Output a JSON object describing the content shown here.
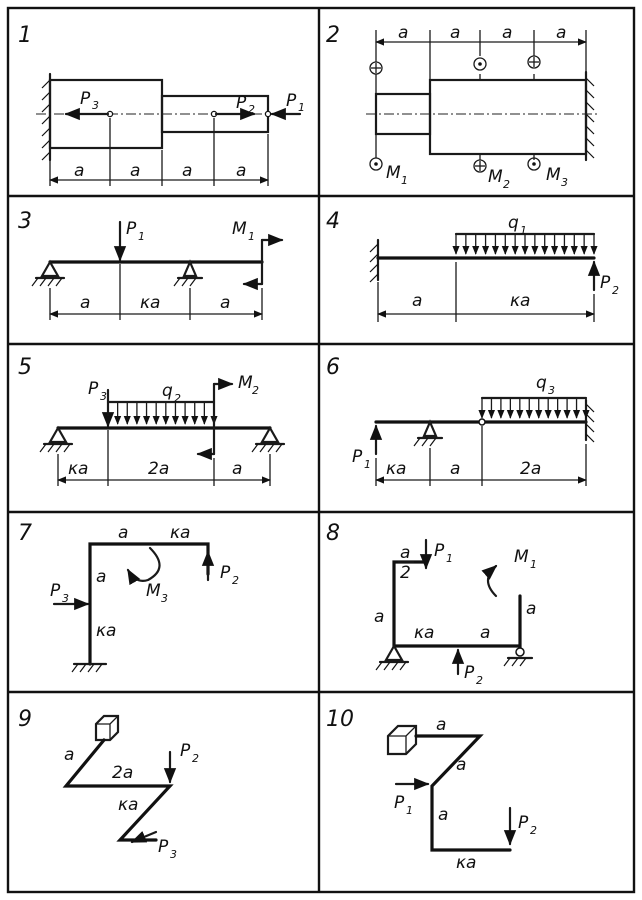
{
  "panels": [
    {
      "number": "1",
      "labels": {
        "p3": "P",
        "p3s": "3",
        "p2": "P",
        "p2s": "2",
        "p1": "P",
        "p1s": "1",
        "d1": "a",
        "d2": "a",
        "d3": "a",
        "d4": "a"
      }
    },
    {
      "number": "2",
      "labels": {
        "d1": "a",
        "d2": "a",
        "d3": "a",
        "d4": "a",
        "m1": "M",
        "m1s": "1",
        "m2": "M",
        "m2s": "2",
        "m3": "M",
        "m3s": "3"
      }
    },
    {
      "number": "3",
      "labels": {
        "p1": "P",
        "p1s": "1",
        "m1": "M",
        "m1s": "1",
        "d1": "a",
        "d2": "κa",
        "d3": "a"
      }
    },
    {
      "number": "4",
      "labels": {
        "q1": "q",
        "q1s": "1",
        "p2": "P",
        "p2s": "2",
        "d1": "a",
        "d2": "κa"
      }
    },
    {
      "number": "5",
      "labels": {
        "p3": "P",
        "p3s": "3",
        "q2": "q",
        "q2s": "2",
        "m2": "M",
        "m2s": "2",
        "d1": "κa",
        "d2": "2a",
        "d3": "a"
      }
    },
    {
      "number": "6",
      "labels": {
        "q3": "q",
        "q3s": "3",
        "p1": "P",
        "p1s": "1",
        "d1": "κa",
        "d2": "a",
        "d3": "2a"
      }
    },
    {
      "number": "7",
      "labels": {
        "a_top": "a",
        "ka_top": "κa",
        "p2": "P",
        "p2s": "2",
        "m3": "M",
        "m3s": "3",
        "p3": "P",
        "p3s": "3",
        "a_left": "a",
        "ka_left": "κa"
      }
    },
    {
      "number": "8",
      "labels": {
        "frac_num": "a",
        "frac_den": "2",
        "p1": "P",
        "p1s": "1",
        "m1": "M",
        "m1s": "1",
        "a_left": "a",
        "ka_bot": "κa",
        "a_bot": "a",
        "a_right": "a",
        "p2": "P",
        "p2s": "2"
      }
    },
    {
      "number": "9",
      "labels": {
        "a1": "a",
        "twoa": "2a",
        "p2": "P",
        "p2s": "2",
        "ka": "κa",
        "p3": "P",
        "p3s": "3"
      }
    },
    {
      "number": "10",
      "labels": {
        "a_top": "a",
        "a_diag": "a",
        "p1": "P",
        "p1s": "1",
        "a_vert": "a",
        "p2": "P",
        "p2s": "2",
        "ka": "κa"
      }
    }
  ]
}
